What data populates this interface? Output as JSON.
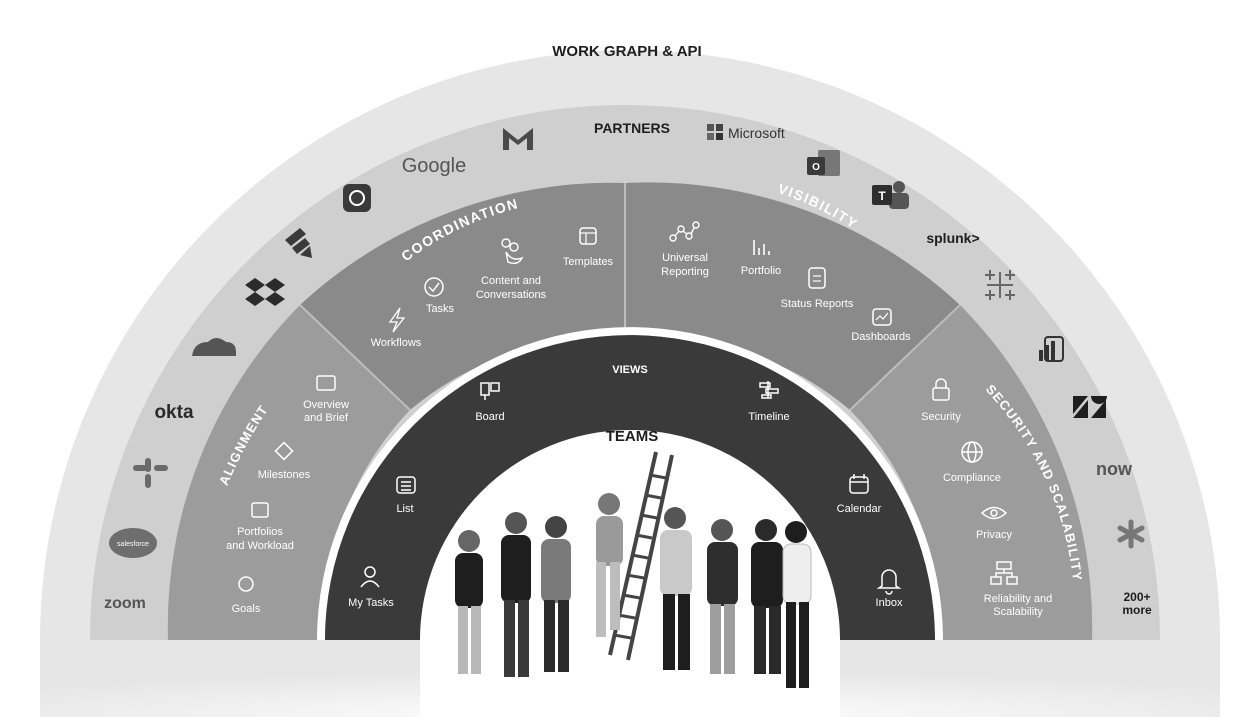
{
  "colors": {
    "outer_ring": "#e6e6e6",
    "partners_ring": "#cfcfcf",
    "side_segments": "#9c9c9c",
    "top_segments": "#8a8a8a",
    "views_ring": "#3a3a3a",
    "separator": "#ffffff",
    "text_dark": "#1e1e1e",
    "text_light": "#ffffff"
  },
  "rings": {
    "api": "WORK GRAPH & API",
    "partners": "PARTNERS",
    "teams": "TEAMS",
    "views": "VIEWS"
  },
  "segments": {
    "alignment": "ALIGNMENT",
    "coordination": "COORDINATION",
    "visibility": "VISIBILITY",
    "security": "SECURITY AND SCALABILITY"
  },
  "partners": {
    "zoom": "zoom",
    "salesforce": "salesforce",
    "slack": "slack-logo-icon",
    "okta": "okta",
    "onedrive": "onedrive-cloud-icon",
    "dropbox": "dropbox-icon",
    "jira": "jira-arrows-icon",
    "adobe": "adobe-cc-icon",
    "google": "Google",
    "gmail": "gmail-m-icon",
    "microsoft": "Microsoft",
    "outlook": "outlook-icon",
    "teams": "teams-icon",
    "splunk": "splunk>",
    "tableau": "tableau-icon",
    "powerbi": "powerbi-icon",
    "zendesk": "zendesk-icon",
    "servicenow": "now",
    "asterisk": "asterisk-icon",
    "more_line1": "200+",
    "more_line2": "more"
  },
  "alignment_items": [
    {
      "label1": "Overview",
      "label2": "and Brief",
      "icon": "brief-icon"
    },
    {
      "label1": "Milestones",
      "label2": "",
      "icon": "diamond-icon"
    },
    {
      "label1": "Portfolios",
      "label2": "and Workload",
      "icon": "portfolio-icon"
    },
    {
      "label1": "Goals",
      "label2": "",
      "icon": "goal-icon"
    }
  ],
  "coordination_items": [
    {
      "label1": "Workflows",
      "label2": "",
      "icon": "lightning-icon"
    },
    {
      "label1": "Tasks",
      "label2": "",
      "icon": "check-circle-icon"
    },
    {
      "label1": "Content and",
      "label2": "Conversations",
      "icon": "people-chat-icon"
    },
    {
      "label1": "Templates",
      "label2": "",
      "icon": "template-icon"
    }
  ],
  "visibility_items": [
    {
      "label1": "Universal",
      "label2": "Reporting",
      "icon": "reporting-icon"
    },
    {
      "label1": "Portfolio",
      "label2": "",
      "icon": "bar-chart-icon"
    },
    {
      "label1": "Status Reports",
      "label2": "",
      "icon": "clipboard-icon"
    },
    {
      "label1": "Dashboards",
      "label2": "",
      "icon": "dashboard-icon"
    }
  ],
  "security_items": [
    {
      "label1": "Security",
      "label2": "",
      "icon": "lock-icon"
    },
    {
      "label1": "Compliance",
      "label2": "",
      "icon": "globe-icon"
    },
    {
      "label1": "Privacy",
      "label2": "",
      "icon": "eye-icon"
    },
    {
      "label1": "Reliability and",
      "label2": "Scalability",
      "icon": "hierarchy-icon"
    }
  ],
  "views_items": [
    {
      "label": "My Tasks",
      "icon": "person-icon"
    },
    {
      "label": "List",
      "icon": "list-icon"
    },
    {
      "label": "Board",
      "icon": "board-icon"
    },
    {
      "label": "Timeline",
      "icon": "timeline-icon"
    },
    {
      "label": "Calendar",
      "icon": "calendar-icon"
    },
    {
      "label": "Inbox",
      "icon": "bell-icon"
    }
  ]
}
